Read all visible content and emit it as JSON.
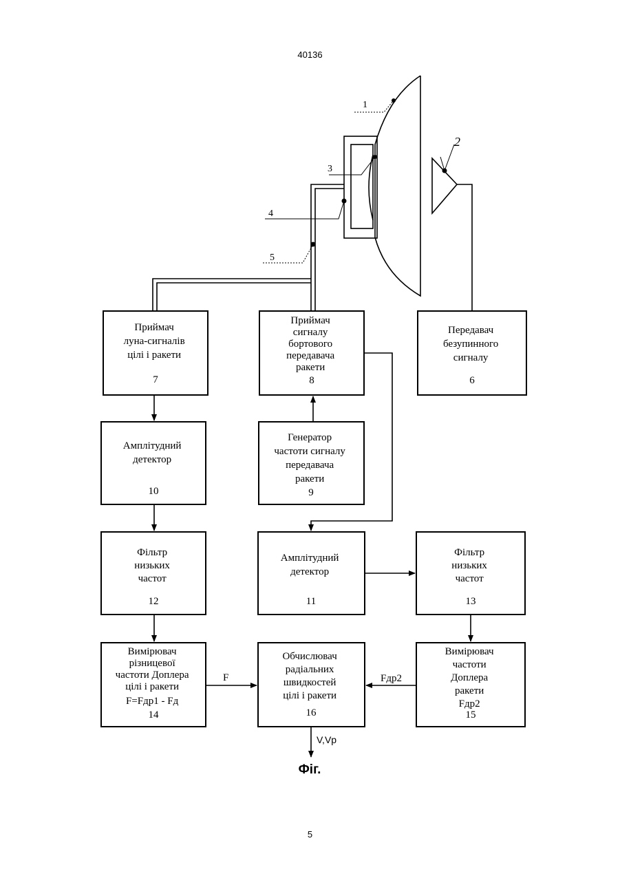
{
  "header": {
    "doc_number": "40136"
  },
  "footer": {
    "page_number": "5"
  },
  "figure_caption": "Фіг.",
  "antenna_labels": {
    "dish": "1",
    "horn": "2",
    "feed": "3",
    "line4": "4",
    "line5": "5"
  },
  "blocks": {
    "b7": {
      "lines": [
        "Приймач",
        "луна-сигналів",
        "цілі і ракети"
      ],
      "number": "7"
    },
    "b8": {
      "lines": [
        "Приймач",
        "сигналу",
        "бортового",
        "передавача",
        "ракети"
      ],
      "number": "8"
    },
    "b6": {
      "lines": [
        "Передавач",
        "безупинного",
        "сигналу"
      ],
      "number": "6"
    },
    "b10": {
      "lines": [
        "Амплітудний",
        "детектор"
      ],
      "number": "10"
    },
    "b9": {
      "lines": [
        "Генератор",
        "частоти сигналу",
        "передавача",
        "ракети"
      ],
      "number": "9"
    },
    "b12": {
      "lines": [
        "Фільтр",
        "низьких",
        "частот"
      ],
      "number": "12"
    },
    "b11": {
      "lines": [
        "Амплітудний",
        "детектор"
      ],
      "number": "11"
    },
    "b13": {
      "lines": [
        "Фільтр",
        "низьких",
        "частот"
      ],
      "number": "13"
    },
    "b14": {
      "lines": [
        "Вимірювач",
        "різницевої",
        "частоти Доплера",
        "цілі і ракети",
        "F=Fдр1 - Fд"
      ],
      "number": "14"
    },
    "b16": {
      "lines": [
        "Обчислювач",
        "радіальних",
        "швидкостей",
        "цілі і ракети"
      ],
      "number": "16"
    },
    "b15": {
      "lines": [
        "Вимірювач",
        "частоти",
        "Доплера",
        "ракети",
        "Fдр2"
      ],
      "number": "15"
    }
  },
  "signals": {
    "f": "F",
    "f_dr2": "Fдр2",
    "output": "V,Vp"
  }
}
